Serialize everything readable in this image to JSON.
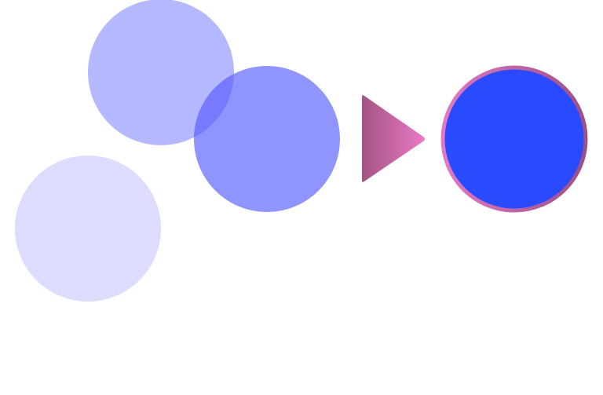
{
  "diagram": {
    "background": "#ffffff",
    "inputs": [
      {
        "name": "circle-light",
        "color": "#dcdcff"
      },
      {
        "name": "circle-medium",
        "color": "#b4b8ff"
      },
      {
        "name": "circle-strong",
        "color": "#8f94ff"
      }
    ],
    "overlap_color": "#7779ff",
    "arrow": {
      "gradient": [
        "#a45484",
        "#ea79c6"
      ]
    },
    "result": {
      "fill": "#294aff",
      "stroke_gradient": [
        "#e07ac4",
        "#9b4f86"
      ]
    }
  }
}
